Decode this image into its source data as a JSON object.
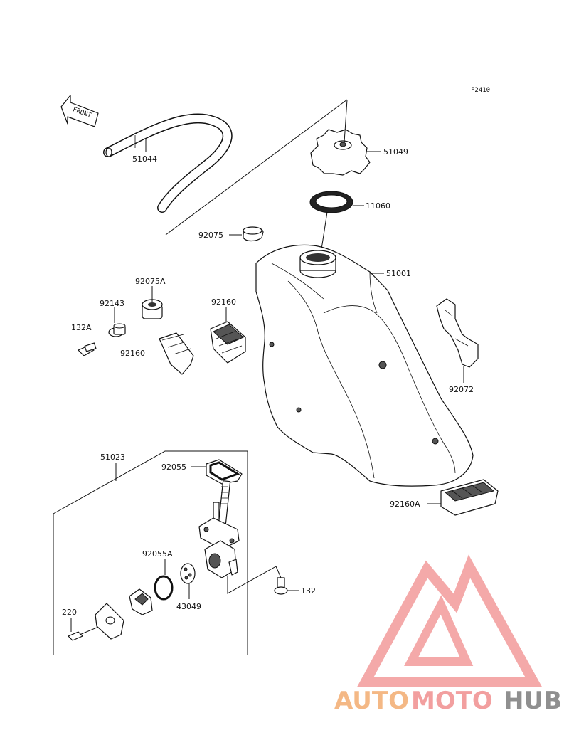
{
  "diagram": {
    "code": "F2410",
    "front_label": "FRONT",
    "parts": {
      "hose": "51044",
      "cap": "51049",
      "gasket": "11060",
      "plug": "92075",
      "tank": "51001",
      "damper_top": "92075A",
      "collar": "92143",
      "bolt_left": "132A",
      "rubber_small": "92160",
      "rubber_mid": "92160",
      "strap": "92072",
      "cock_assy": "51023",
      "cock_gasket": "92055",
      "rubber_bottom": "92160A",
      "oring": "92055A",
      "screen": "43049",
      "screw": "220",
      "bolt_right": "132"
    }
  },
  "watermark": {
    "text_a": "AUTO",
    "text_b": "MOTO",
    "text_c": "HUB",
    "color_a": "#f4b57f",
    "color_b": "#f29a9a",
    "color_c": "#8a8a8a",
    "logo_color": "#f4a5a5"
  }
}
